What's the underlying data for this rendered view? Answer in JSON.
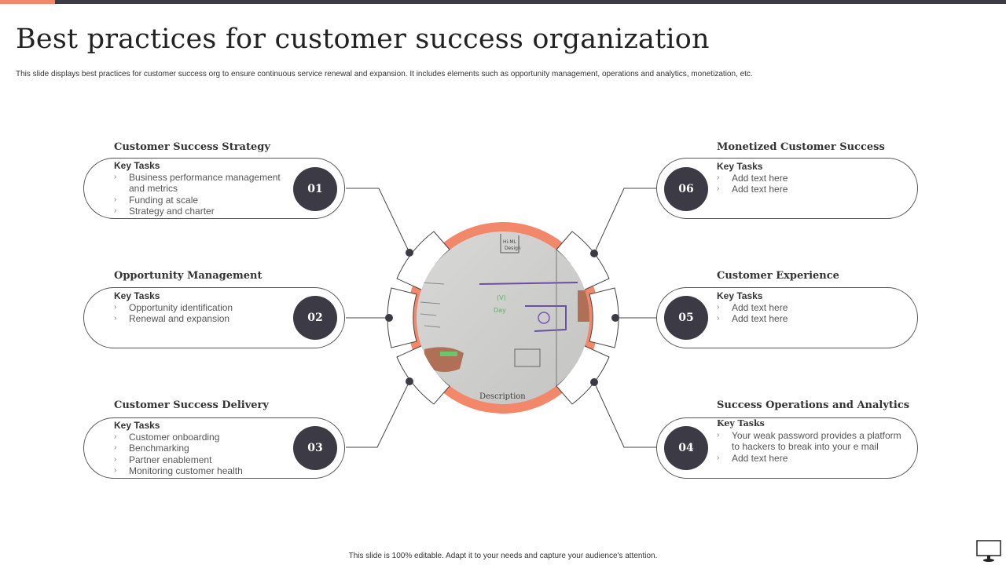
{
  "header": {
    "title": "Best practices for customer success organization",
    "subtitle": "This slide displays best practices for customer success org to ensure continuous service renewal and expansion. It includes elements  such as opportunity management,  operations and analytics, monetization, etc."
  },
  "colors": {
    "accent": "#f2876a",
    "dark": "#3b3a45"
  },
  "key_tasks_label": "Key Tasks",
  "cards": [
    {
      "number": "01",
      "title": "Customer Success Strategy",
      "tasks": [
        "Business performance management and metrics",
        "Funding at scale",
        "Strategy and charter"
      ]
    },
    {
      "number": "02",
      "title": "Opportunity Management",
      "tasks": [
        "Opportunity identification",
        "Renewal and expansion"
      ]
    },
    {
      "number": "03",
      "title": "Customer Success Delivery",
      "tasks": [
        "Customer onboarding",
        "Benchmarking",
        "Partner enablement",
        "Monitoring customer health"
      ]
    },
    {
      "number": "04",
      "title": "Success Operations and Analytics",
      "tasks": [
        "Your weak password provides a platform to hackers to break into your e mail",
        "Add text here"
      ]
    },
    {
      "number": "05",
      "title": "Customer Experience",
      "tasks": [
        "Add text here",
        "Add text here"
      ]
    },
    {
      "number": "06",
      "title": "Monetized Customer Success",
      "tasks": [
        "Add text here",
        "Add text here"
      ]
    }
  ],
  "center_image": {
    "alt": "whiteboard-sketch-photo",
    "labels": [
      "Hi-ML Design",
      "Description"
    ]
  },
  "footer": {
    "text": "This slide is 100% editable.  Adapt it to your needs and capture your audience's attention."
  },
  "icons": {
    "monitor": "monitor-icon"
  }
}
